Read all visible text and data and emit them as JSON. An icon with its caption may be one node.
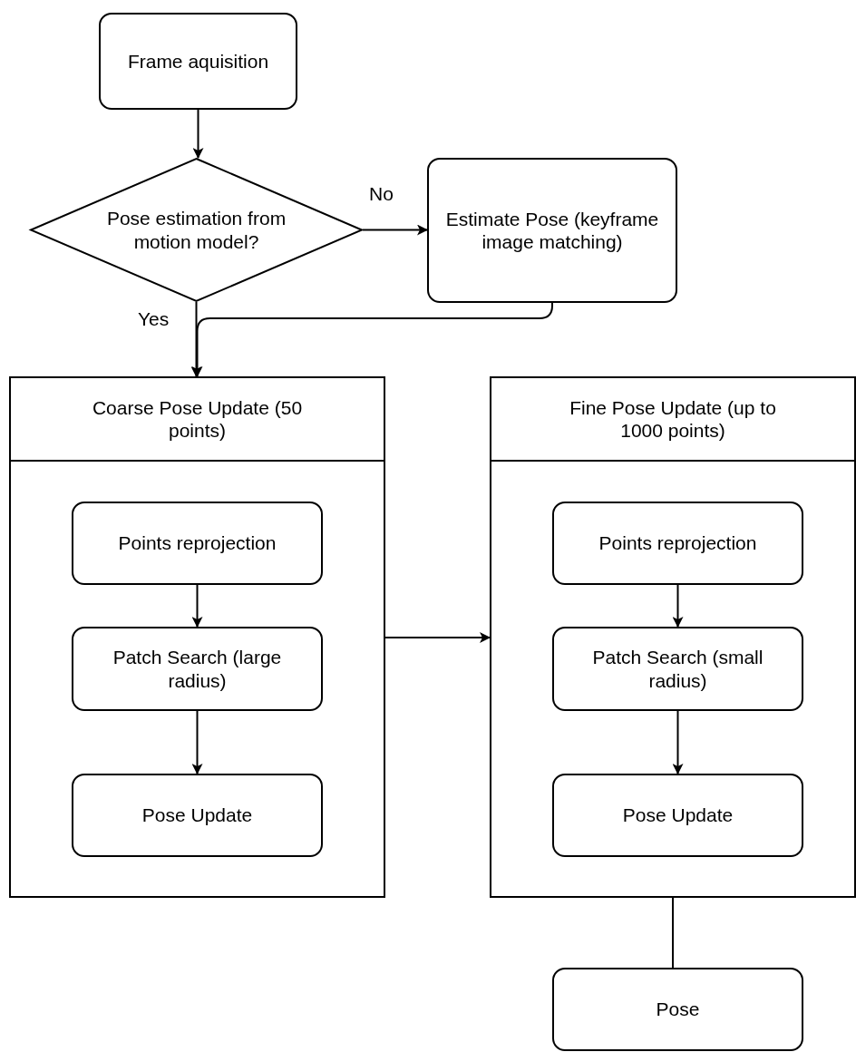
{
  "diagram": {
    "nodes": [
      {
        "text": [
          "Frame aquisition"
        ]
      },
      {
        "text": [
          "Pose estimation from motion model?"
        ]
      },
      {
        "text": [
          "Estimate Pose (keyframe image matching)"
        ]
      },
      {
        "text": [
          "Coarse Pose Update (50 points)"
        ]
      },
      {
        "text": [
          "Points reprojection"
        ],
        "in": 3
      },
      {
        "text": [
          "Patch Search (large radius)"
        ],
        "in": 3
      },
      {
        "text": [
          "Pose Update"
        ],
        "in": 3
      },
      {
        "text": [
          "Fine Pose Update (up to 1000 points)"
        ]
      },
      {
        "text": [
          "Points reprojection"
        ],
        "in": 7
      },
      {
        "text": [
          "Patch Search (small radius)"
        ],
        "in": 7
      },
      {
        "text": [
          "Pose Update"
        ],
        "in": 7
      },
      {
        "text": [
          "Pose"
        ]
      }
    ],
    "edges": [
      {
        "from": 0,
        "to": 1,
        "arrow": "to"
      },
      {
        "from": 1,
        "to": 2,
        "arrow": "to",
        "label": "No"
      },
      {
        "from": 1,
        "to": 3,
        "arrow": "to",
        "label": "Yes"
      },
      {
        "from": 2,
        "to": 3,
        "arrow": "to"
      },
      {
        "from": 4,
        "to": 5,
        "arrow": "to"
      },
      {
        "from": 5,
        "to": 6,
        "arrow": "to"
      },
      {
        "from": 3,
        "to": 7,
        "arrow": "to"
      },
      {
        "from": 8,
        "to": 9,
        "arrow": "to"
      },
      {
        "from": 9,
        "to": 10,
        "arrow": "to"
      },
      {
        "from": 7,
        "to": 11,
        "arrow": "none"
      }
    ]
  }
}
